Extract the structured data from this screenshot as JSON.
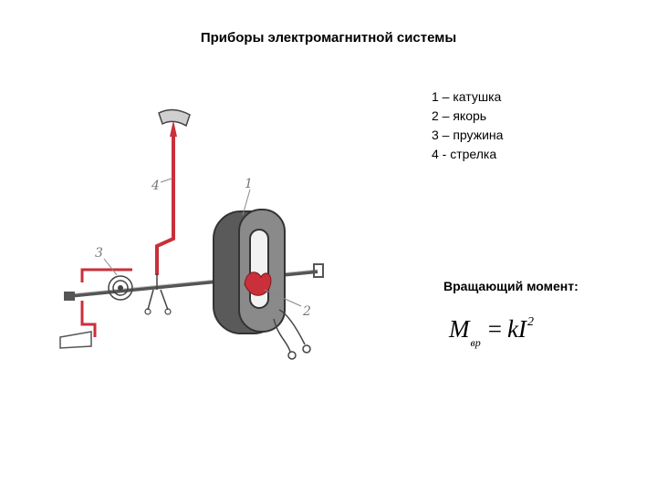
{
  "title": "Приборы электромагнитной системы",
  "legend": [
    "1 – катушка",
    "2 – якорь",
    "3 – пружина",
    "4 - стрелка"
  ],
  "torque_label": "Вращающий момент:",
  "formula": {
    "M": "M",
    "sub": "вр",
    "eq": "=",
    "rhs": "kI",
    "sup": "2"
  },
  "callouts": {
    "coil": "1",
    "armature": "2",
    "spring": "3",
    "pointer": "4"
  },
  "colors": {
    "pointer": "#c9303a",
    "metal": "#555555",
    "coil_body": "#6d6d6d"
  }
}
